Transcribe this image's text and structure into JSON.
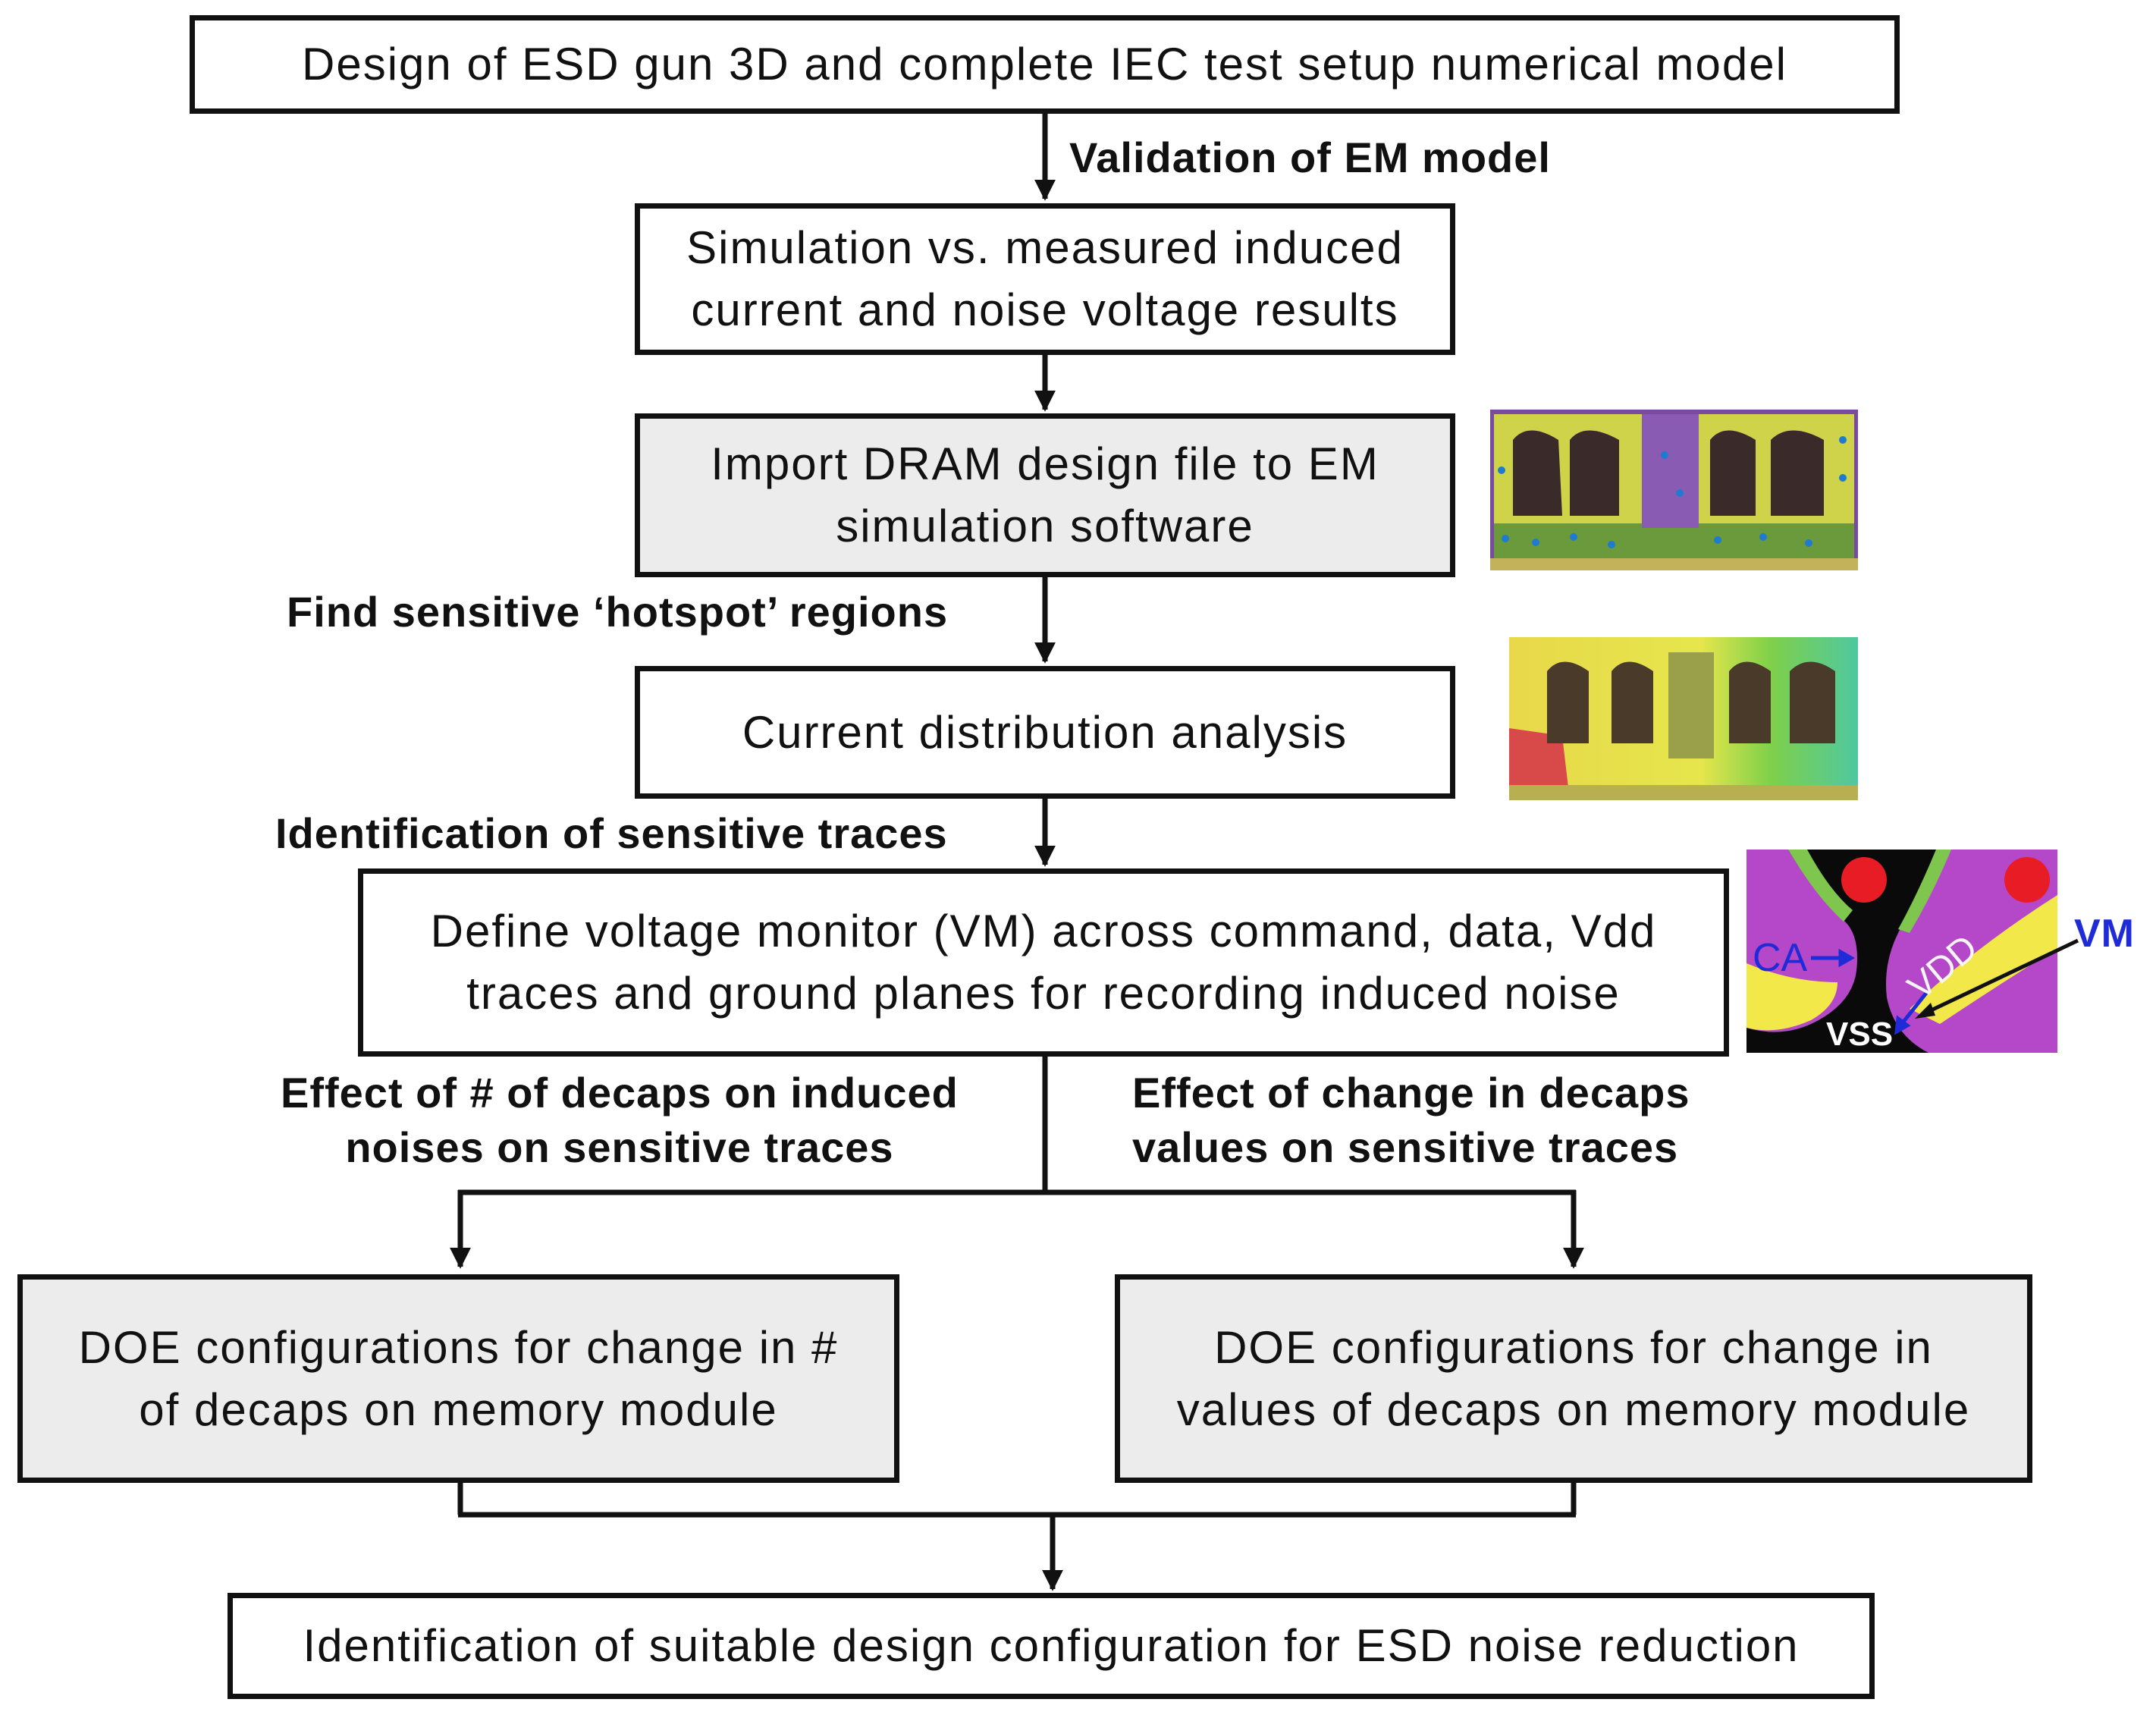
{
  "boxes": {
    "design": "Design of ESD gun 3D and complete IEC test setup numerical model",
    "simulation_line1": "Simulation vs. measured induced",
    "simulation_line2": "current and noise voltage results",
    "import_line1": "Import DRAM design file to EM",
    "import_line2": "simulation software",
    "current": "Current distribution analysis",
    "define_line1": "Define voltage monitor (VM) across command, data, Vdd",
    "define_line2": "traces and ground planes for recording induced noise",
    "doe_left_line1": "DOE configurations for change in #",
    "doe_left_line2": "of decaps on memory module",
    "doe_right_line1": "DOE configurations for change in",
    "doe_right_line2": "values of decaps on memory module",
    "final": "Identification of suitable design configuration for ESD noise reduction"
  },
  "labels": {
    "validation": "Validation of EM model",
    "hotspot": "Find sensitive ‘hotspot’ regions",
    "identification": "Identification of sensitive traces",
    "effect_left_line1": "Effect of # of decaps on induced",
    "effect_left_line2": "noises on sensitive traces",
    "effect_right_line1": "Effect of change in decaps",
    "effect_right_line2": "values on sensitive traces"
  },
  "inset": {
    "ca": "CA",
    "vdd": "VDD",
    "vss": "VSS",
    "vm": "VM"
  },
  "colors": {
    "box_border": "#111111",
    "shaded_box_fill": "#ececec",
    "vm_label": "#1f2bd6",
    "inset_purple": "#b548c9",
    "inset_green": "#7fc64e",
    "inset_red": "#e81c24",
    "inset_yellow": "#f2e84a"
  }
}
